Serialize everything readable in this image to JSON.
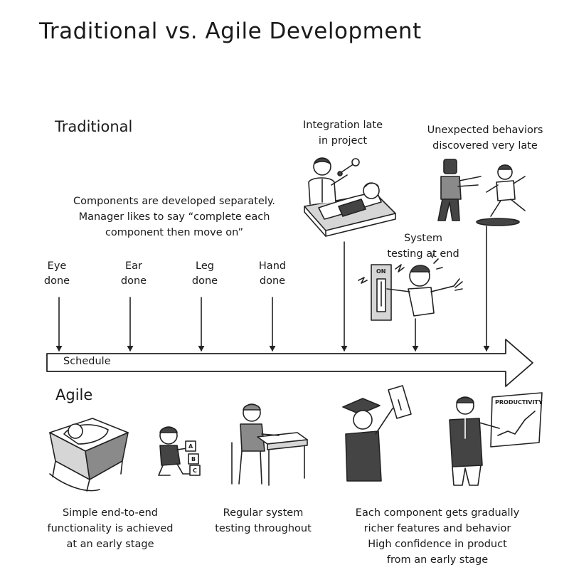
{
  "title": "Traditional vs. Agile Development",
  "traditional": {
    "heading": "Traditional",
    "note_lines": [
      "Components are developed separately.",
      "Manager likes to say “complete each",
      "component then move on”"
    ],
    "milestones": [
      {
        "line1": "Eye",
        "line2": "done"
      },
      {
        "line1": "Ear",
        "line2": "done"
      },
      {
        "line1": "Leg",
        "line2": "done"
      },
      {
        "line1": "Hand",
        "line2": "done"
      }
    ],
    "integration": {
      "line1": "Integration late",
      "line2": "in project"
    },
    "system_testing": {
      "line1": "System",
      "line2": "testing at end"
    },
    "unexpected": {
      "line1": "Unexpected behaviors",
      "line2": "discovered very late"
    }
  },
  "schedule_label": "Schedule",
  "agile": {
    "heading": "Agile",
    "caption_left": {
      "line1": "Simple end-to-end",
      "line2": "functionality is achieved",
      "line3": "at an early stage"
    },
    "caption_middle": {
      "line1": "Regular system",
      "line2": "testing  throughout"
    },
    "caption_right": {
      "line1": "Each component gets gradually",
      "line2": "richer features and behavior",
      "line3": "High confidence in product",
      "line4": "from an early stage"
    }
  },
  "illustration_text": {
    "switch_label": "ON",
    "chart_label": "PRODUCTIVITY",
    "block_letters": [
      "A",
      "B",
      "C"
    ]
  }
}
